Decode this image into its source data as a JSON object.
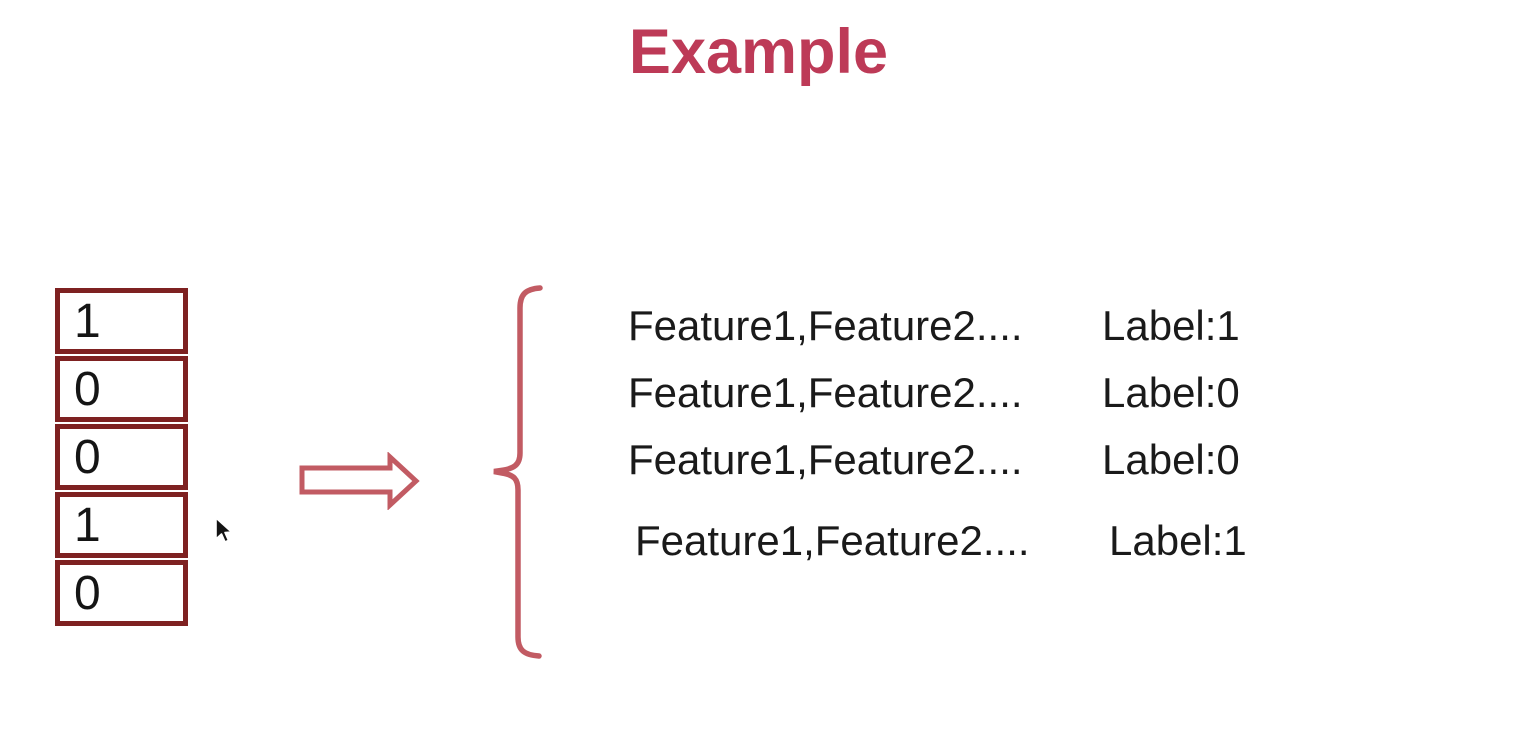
{
  "slide": {
    "title": "Example",
    "colors": {
      "title": "#BD3A57",
      "cell_border": "#7E2121",
      "accent_arrow": "#C25B63",
      "body_text": "#1A1A1A"
    },
    "label_vector": {
      "cells": [
        "1",
        "0",
        "0",
        "1",
        "0"
      ]
    },
    "icons": {
      "arrow": "right-block-arrow",
      "brace": "left-curly-brace",
      "cursor": "mouse-pointer"
    },
    "rows": [
      {
        "features": "Feature1,Feature2....",
        "label": "Label:1"
      },
      {
        "features": "Feature1,Feature2....",
        "label": "Label:0"
      },
      {
        "features": "Feature1,Feature2....",
        "label": "Label:0"
      },
      {
        "features": "Feature1,Feature2....",
        "label": "Label:1"
      }
    ]
  }
}
